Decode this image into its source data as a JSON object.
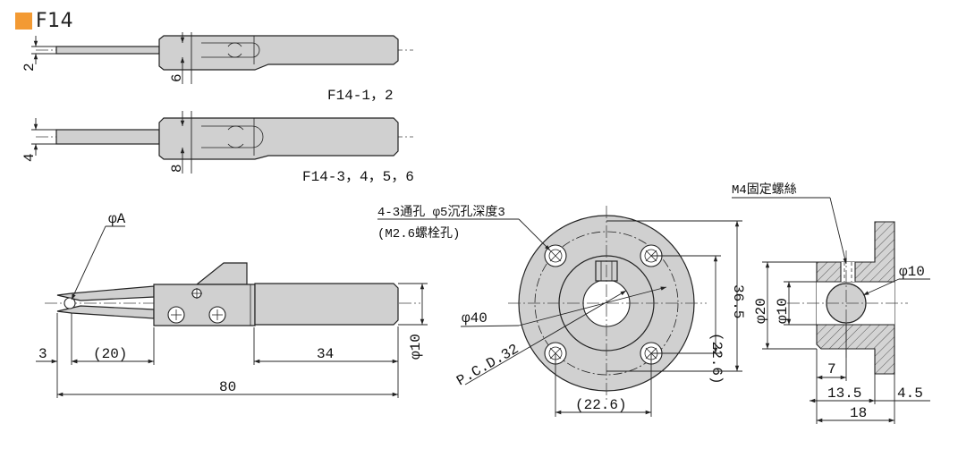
{
  "header": {
    "title": "F14",
    "marker_color": "#f39a33"
  },
  "colors": {
    "part_fill": "#d0d0d0",
    "hatch": "#444444",
    "line": "#222222"
  },
  "side_view_a": {
    "dim_left": "2",
    "dim_bottom": "6",
    "caption": "F14-1，2"
  },
  "side_view_b": {
    "dim_left": "4",
    "dim_bottom": "8",
    "caption": "F14-3，4，5，6"
  },
  "main_view": {
    "tip_label": "φA",
    "dim_tip": "3",
    "dim_jaw": "(20)",
    "dim_shank": "34",
    "dim_total": "80",
    "dim_dia": "φ10"
  },
  "flange_view": {
    "hole_note_1": "4-3通孔 φ5沉孔深度3",
    "hole_note_2": "(M2.6螺栓孔)",
    "dia_outer": "φ40",
    "pcd": "P.C.D.32",
    "dim_vert_inner": "(22.6)",
    "dim_vert_outer": "36.5",
    "dim_horiz": "(22.6)"
  },
  "section_view": {
    "screw_note": "M4固定螺絲",
    "dia_bore_right": "φ10",
    "dia_outer_left": "φ20",
    "dia_bore_left": "φ10",
    "dim_7": "7",
    "dim_13_5": "13.5",
    "dim_4_5": "4.5",
    "dim_18": "18"
  }
}
